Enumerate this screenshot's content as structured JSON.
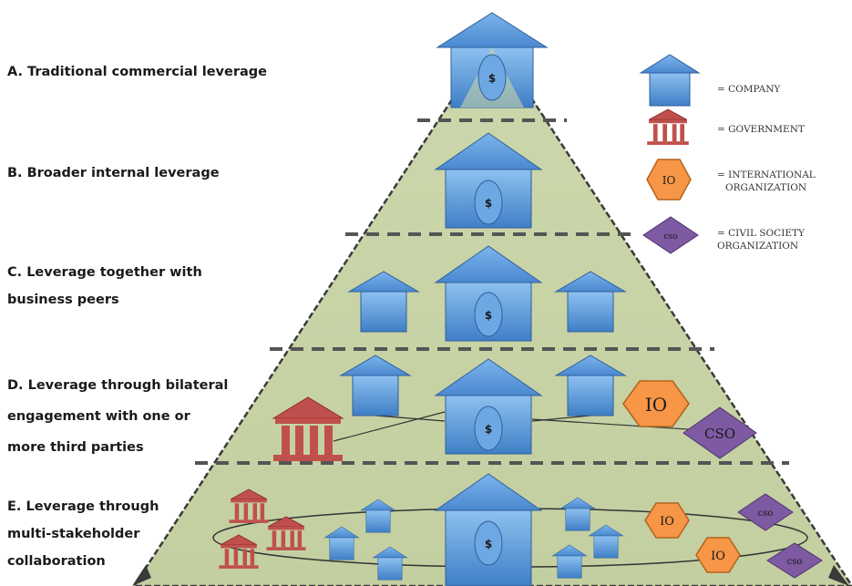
{
  "levels": [
    {
      "lines": [
        "A.  Traditional commercial leverage"
      ]
    },
    {
      "lines": [
        "B. Broader internal leverage"
      ]
    },
    {
      "lines": [
        "C. Leverage together with",
        "business peers"
      ]
    },
    {
      "lines": [
        "D.  Leverage through bilateral",
        "engagement with  one or",
        "more third parties"
      ]
    },
    {
      "lines": [
        "E.  Leverage through",
        "multi-stakeholder",
        "collaboration"
      ]
    }
  ],
  "legend": {
    "company": "= COMPANY",
    "government": "= GOVERNMENT",
    "io_line1": "= INTERNATIONAL",
    "io_line2": "ORGANIZATION",
    "cso_line1": "= CIVIL SOCIETY",
    "cso_line2": "ORGANIZATION"
  },
  "symbols": {
    "dollar": "$",
    "io": "IO",
    "cso": "CSO",
    "cso_small": "cso"
  },
  "colors": {
    "pyramid_fill": "#c9d3a8",
    "company_blue": "#5b9bd5",
    "company_dark": "#2f5f9c",
    "government_red": "#c0504d",
    "io_orange": "#f79646",
    "cso_purple": "#7e5aa2"
  },
  "icons": [
    "company-icon",
    "government-icon",
    "io-icon",
    "cso-icon",
    "dollar-coin-icon",
    "arrow-icon"
  ]
}
